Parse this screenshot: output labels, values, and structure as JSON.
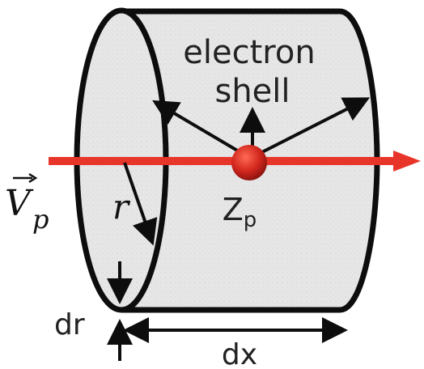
{
  "labels": {
    "electron": "electron",
    "shell": "shell",
    "charge_main": "Z",
    "charge_sub": "p",
    "velocity_main": "V",
    "velocity_sub": "p",
    "radius": "r",
    "dr": "dr",
    "dx": "dx"
  },
  "colors": {
    "beam": "#e8352a",
    "particle": "#d3281e",
    "shell_fill": "#e5e5e5",
    "outline": "#0d0d0d"
  }
}
